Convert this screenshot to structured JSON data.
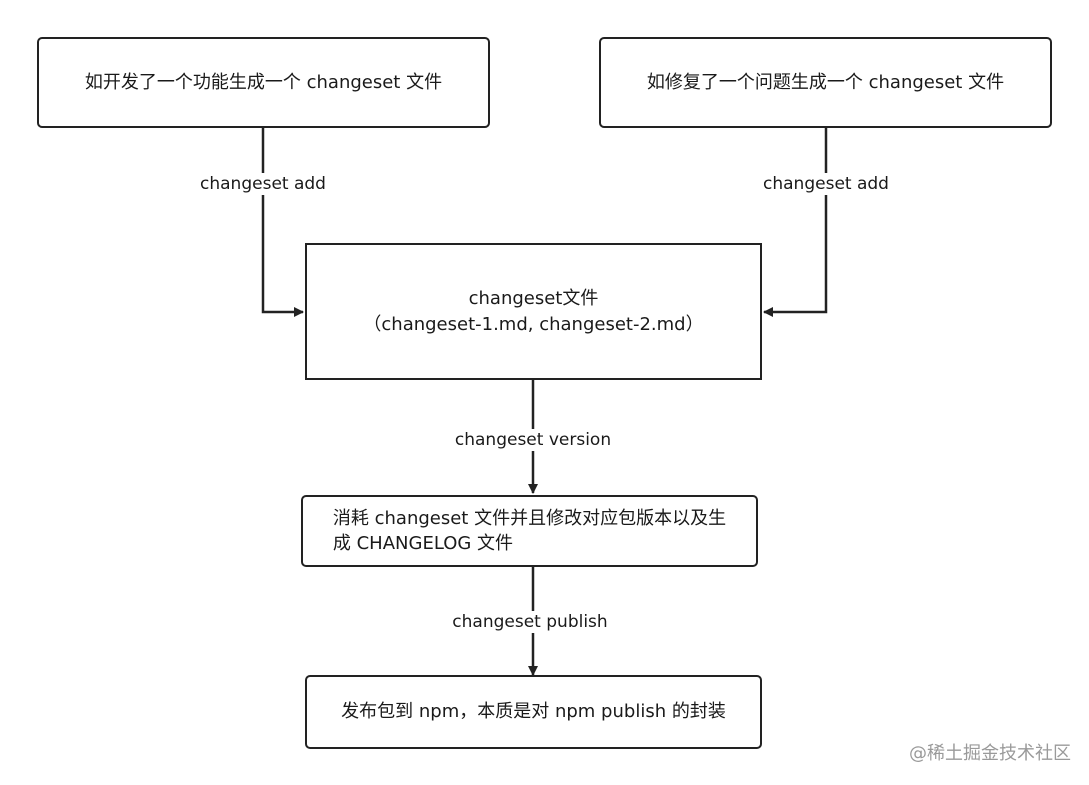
{
  "nodes": {
    "feature": "如开发了一个功能生成一个 changeset 文件",
    "fix": "如修复了一个问题生成一个 changeset 文件",
    "changeset_files": "changeset文件\n（changeset-1.md, changeset-2.md）",
    "consume": "消耗 changeset 文件并且修改对应包版本以及生\n成 CHANGELOG 文件",
    "publish": "发布包到 npm，本质是对 npm publish 的封装"
  },
  "edges": {
    "add_left": "changeset add",
    "add_right": "changeset add",
    "version": "changeset version",
    "publish": "changeset publish"
  },
  "watermark": "@稀土掘金技术社区",
  "colors": {
    "stroke": "#222222",
    "watermark": "#9a9a9a"
  }
}
